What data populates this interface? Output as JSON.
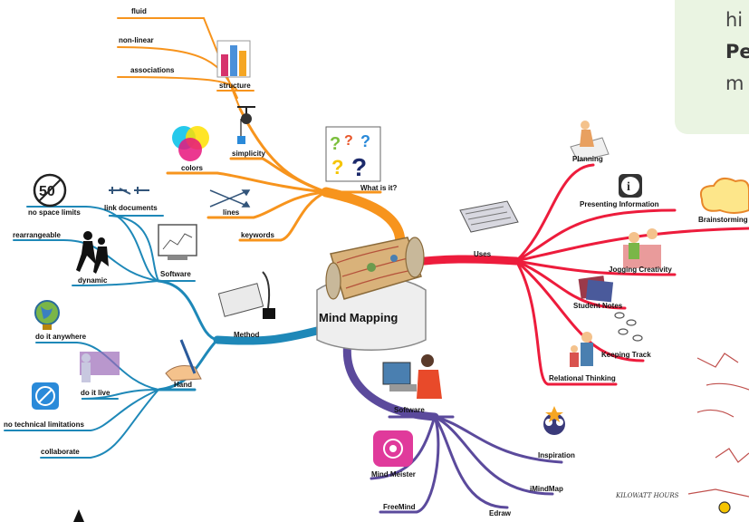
{
  "central": {
    "label": "Mind Mapping"
  },
  "callout": {
    "line1": "hi",
    "line2": "Pe",
    "line3": "m"
  },
  "what_is_it": {
    "label": "What is it?",
    "items": [
      "structure",
      "fluid",
      "non-linear",
      "associations",
      "simplicity",
      "colors",
      "lines",
      "keywords"
    ]
  },
  "uses": {
    "label": "Uses",
    "items": [
      "Planning",
      "Presenting Information",
      "Brainstorming",
      "Jogging Creativity",
      "Student Notes",
      "Keeping Track",
      "Relational Thinking"
    ]
  },
  "method": {
    "label": "Method",
    "software": {
      "label": "Software",
      "items": [
        "link documents",
        "no space limits",
        "rearrangeable",
        "dynamic"
      ]
    },
    "hand": {
      "label": "Hand",
      "items": [
        "do it anywhere",
        "do it live",
        "no technical limitations",
        "collaborate"
      ]
    }
  },
  "software_tools": {
    "label": "Software",
    "items": [
      "Inspiration",
      "iMindMap",
      "Edraw",
      "FreeMind",
      "Mind Meister"
    ]
  },
  "speed_sign": {
    "text": "50"
  },
  "icons": {
    "info": "i"
  },
  "sketch": {
    "kilowatt": "KILOWATT HOURS"
  },
  "colors": {
    "orange": "#f7941d",
    "red": "#ed1c3c",
    "teal": "#1e88b8",
    "purple": "#5b4a9c"
  }
}
